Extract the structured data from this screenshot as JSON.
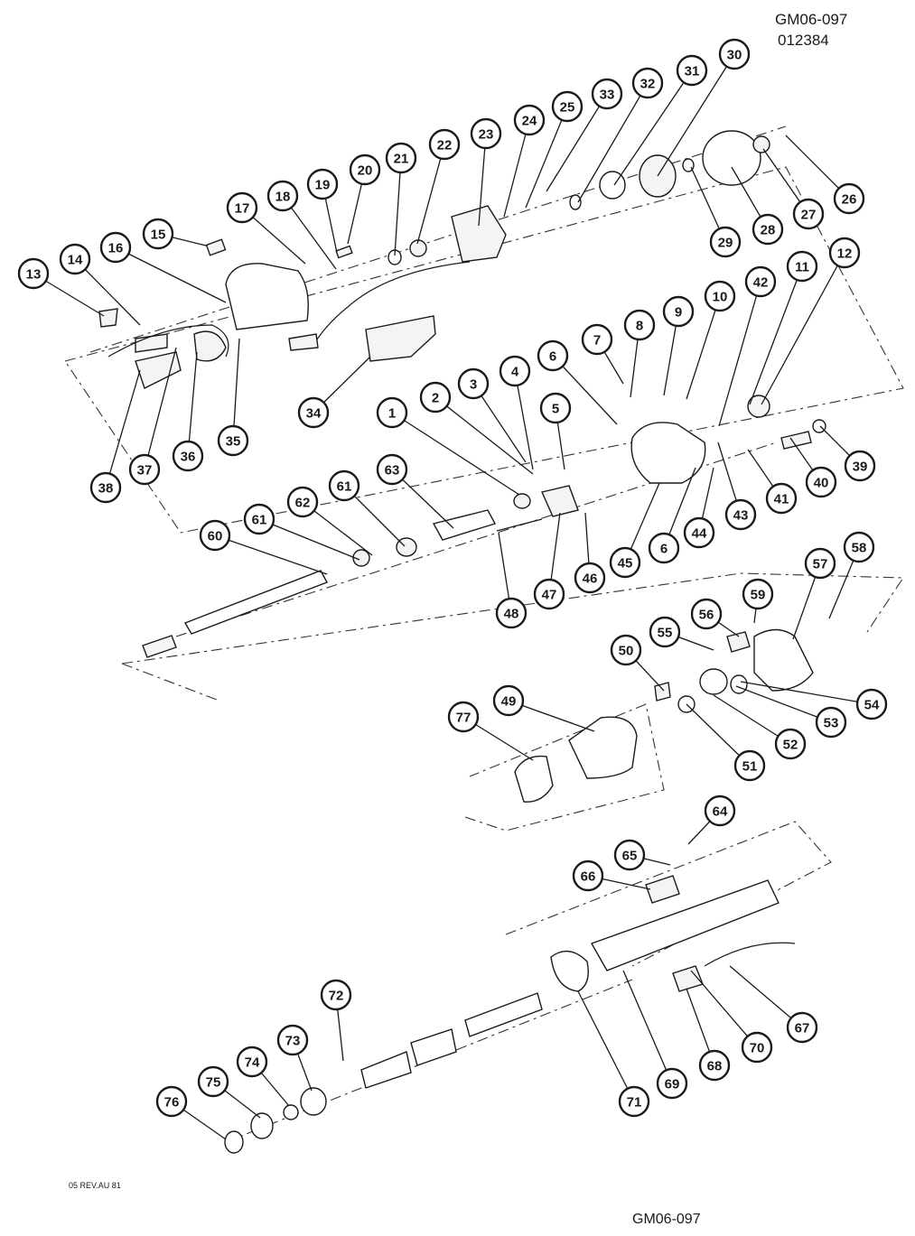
{
  "header": {
    "code": "GM06-097",
    "number": "012384"
  },
  "footer": {
    "revision": "05 REV.AU 81",
    "code": "GM06-097"
  },
  "callouts": [
    {
      "label": "30"
    },
    {
      "label": "31"
    },
    {
      "label": "32"
    },
    {
      "label": "33"
    },
    {
      "label": "25"
    },
    {
      "label": "24"
    },
    {
      "label": "23"
    },
    {
      "label": "22"
    },
    {
      "label": "21"
    },
    {
      "label": "20"
    },
    {
      "label": "19"
    },
    {
      "label": "18"
    },
    {
      "label": "17"
    },
    {
      "label": "15"
    },
    {
      "label": "16"
    },
    {
      "label": "14"
    },
    {
      "label": "13"
    },
    {
      "label": "26"
    },
    {
      "label": "27"
    },
    {
      "label": "28"
    },
    {
      "label": "29"
    },
    {
      "label": "12"
    },
    {
      "label": "11"
    },
    {
      "label": "42"
    },
    {
      "label": "10"
    },
    {
      "label": "9"
    },
    {
      "label": "8"
    },
    {
      "label": "7"
    },
    {
      "label": "6"
    },
    {
      "label": "4"
    },
    {
      "label": "3"
    },
    {
      "label": "2"
    },
    {
      "label": "1"
    },
    {
      "label": "5"
    },
    {
      "label": "34"
    },
    {
      "label": "35"
    },
    {
      "label": "36"
    },
    {
      "label": "37"
    },
    {
      "label": "38"
    },
    {
      "label": "39"
    },
    {
      "label": "40"
    },
    {
      "label": "41"
    },
    {
      "label": "43"
    },
    {
      "label": "44"
    },
    {
      "label": "6"
    },
    {
      "label": "45"
    },
    {
      "label": "46"
    },
    {
      "label": "47"
    },
    {
      "label": "48"
    },
    {
      "label": "63"
    },
    {
      "label": "61"
    },
    {
      "label": "62"
    },
    {
      "label": "61"
    },
    {
      "label": "60"
    },
    {
      "label": "58"
    },
    {
      "label": "57"
    },
    {
      "label": "59"
    },
    {
      "label": "56"
    },
    {
      "label": "55"
    },
    {
      "label": "50"
    },
    {
      "label": "49"
    },
    {
      "label": "77"
    },
    {
      "label": "54"
    },
    {
      "label": "53"
    },
    {
      "label": "52"
    },
    {
      "label": "51"
    },
    {
      "label": "64"
    },
    {
      "label": "65"
    },
    {
      "label": "66"
    },
    {
      "label": "67"
    },
    {
      "label": "70"
    },
    {
      "label": "68"
    },
    {
      "label": "69"
    },
    {
      "label": "71"
    },
    {
      "label": "72"
    },
    {
      "label": "73"
    },
    {
      "label": "74"
    },
    {
      "label": "75"
    },
    {
      "label": "76"
    }
  ]
}
